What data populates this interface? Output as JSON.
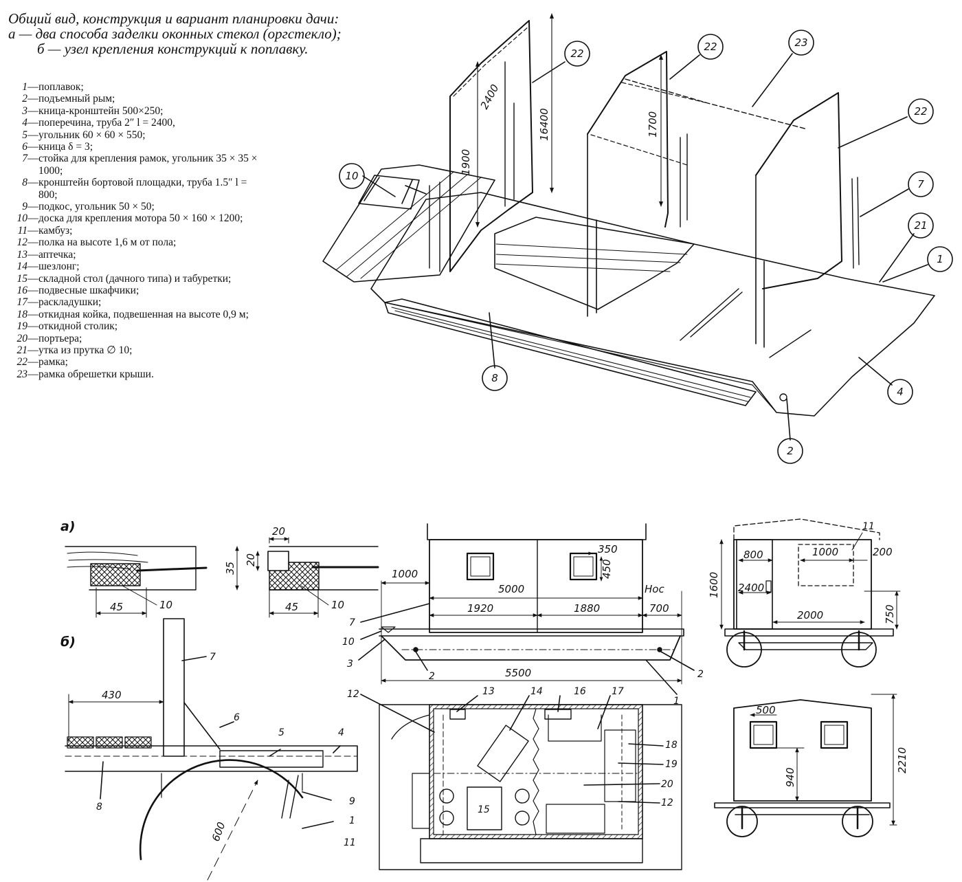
{
  "caption": {
    "line1": "Общий вид, конструкция и вариант планировки дачи:",
    "line2": "а — два способа заделки оконных стекол (оргстекло);",
    "line3": "б — узел крепления конструкций к поплавку."
  },
  "legend": [
    {
      "num": "1",
      "text": "поплавок;"
    },
    {
      "num": "2",
      "text": "подъемный рым;"
    },
    {
      "num": "3",
      "text": "кница-кронштейн 500×250;"
    },
    {
      "num": "4",
      "text": "поперечина, труба 2″ l = 2400,"
    },
    {
      "num": "5",
      "text": "угольник 60 × 60 × 550;"
    },
    {
      "num": "6",
      "text": "кница δ = 3;"
    },
    {
      "num": "7",
      "text": "стойка для крепления рамок, угольник 35 × 35 × 1000;"
    },
    {
      "num": "8",
      "text": "кронштейн бортовой площадки, труба 1.5″ l = 800;"
    },
    {
      "num": "9",
      "text": "подкос, угольник 50 × 50;"
    },
    {
      "num": "10",
      "text": "доска для крепления мотора 50 × 160 × 1200;"
    },
    {
      "num": "11",
      "text": "камбуз;"
    },
    {
      "num": "12",
      "text": "полка на высоте 1,6 м от пола;"
    },
    {
      "num": "13",
      "text": "аптечка;"
    },
    {
      "num": "14",
      "text": "шезлонг;"
    },
    {
      "num": "15",
      "text": "складной стол (дачного типа) и табуретки;"
    },
    {
      "num": "16",
      "text": "подвесные шкафчики;"
    },
    {
      "num": "17",
      "text": "раскладушки;"
    },
    {
      "num": "18",
      "text": "откидная койка, подвешенная на высоте 0,9 м;"
    },
    {
      "num": "19",
      "text": "откидной столик;"
    },
    {
      "num": "20",
      "text": "портьера;"
    },
    {
      "num": "21",
      "text": "утка из прутка ∅ 10;"
    },
    {
      "num": "22",
      "text": "рамка;"
    },
    {
      "num": "23",
      "text": "рамка обрешетки крыши."
    }
  ],
  "iso": {
    "dims": {
      "d2400": "2400",
      "d1900": "1900",
      "d16400": "16400",
      "d1700": "1700"
    },
    "callouts": {
      "c10": "10",
      "c22a": "22",
      "c22b": "22",
      "c23": "23",
      "c22c": "22",
      "c7": "7",
      "c21": "21",
      "c1": "1",
      "c4": "4",
      "c8": "8",
      "c2": "2"
    }
  },
  "detail_a": {
    "label": "а)",
    "d45a": "45",
    "d10a": "10",
    "d20w": "20",
    "d35": "35",
    "d20h": "20",
    "d45b": "45",
    "d10b": "10"
  },
  "detail_b": {
    "label": "б)",
    "d430": "430",
    "r7": "7",
    "r6": "6",
    "r5": "5",
    "r4": "4",
    "r8": "8",
    "r9": "9",
    "r1": "1",
    "r11": "11",
    "r600": "600"
  },
  "side": {
    "d1000": "1000",
    "d5000": "5000",
    "nos": "Нос",
    "d1920": "1920",
    "d1880": "1880",
    "d700": "700",
    "d350": "350",
    "d450": "450",
    "d5500": "5500",
    "r7": "7",
    "r10": "10",
    "r3": "3",
    "r2a": "2",
    "r2b": "2",
    "r1": "1"
  },
  "plan": {
    "r12a": "12",
    "r13": "13",
    "r14": "14",
    "r16": "16",
    "r17": "17",
    "r18": "18",
    "r19": "19",
    "r20": "20",
    "r12b": "12",
    "r15": "15"
  },
  "stern": {
    "r11": "11",
    "d800": "800",
    "d1000": "1000",
    "d200": "200",
    "d1600": "1600",
    "d2400": "2400",
    "d2000": "2000",
    "d750": "750"
  },
  "bow": {
    "d500": "500",
    "d940": "940",
    "d2210": "2210"
  }
}
